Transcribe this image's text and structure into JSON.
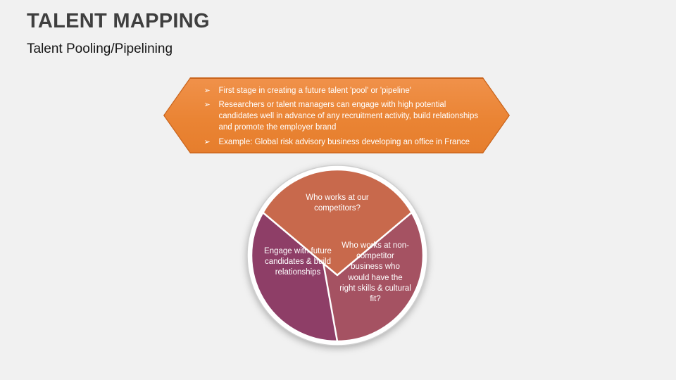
{
  "slide": {
    "title": "TALENT MAPPING",
    "subtitle": "Talent Pooling/Pipelining"
  },
  "banner": {
    "bullet_glyph": "➢",
    "items": [
      "First stage in creating a future talent 'pool' or 'pipeline'",
      "Researchers or talent managers can engage with high potential candidates well in advance of any recruitment activity, build relationships and promote the employer brand",
      "Example: Global risk advisory business developing an office in France"
    ],
    "colors": {
      "fill": "#EA8434",
      "border": "#C9641C",
      "text": "#FFFFFF"
    }
  },
  "diagram": {
    "segments": [
      {
        "id": "top",
        "label": "Who works at our competitors?",
        "color": "#C8694C"
      },
      {
        "id": "left",
        "label": "Engage with future candidates & build relationships",
        "color": "#8E3E67"
      },
      {
        "id": "right",
        "label": "Who works at non-competitor business who would have the right skills & cultural fit?",
        "color": "#A55262"
      }
    ],
    "outer_circle_color": "#FFFFFF",
    "outer_circle_border": "#CFCFCF"
  }
}
